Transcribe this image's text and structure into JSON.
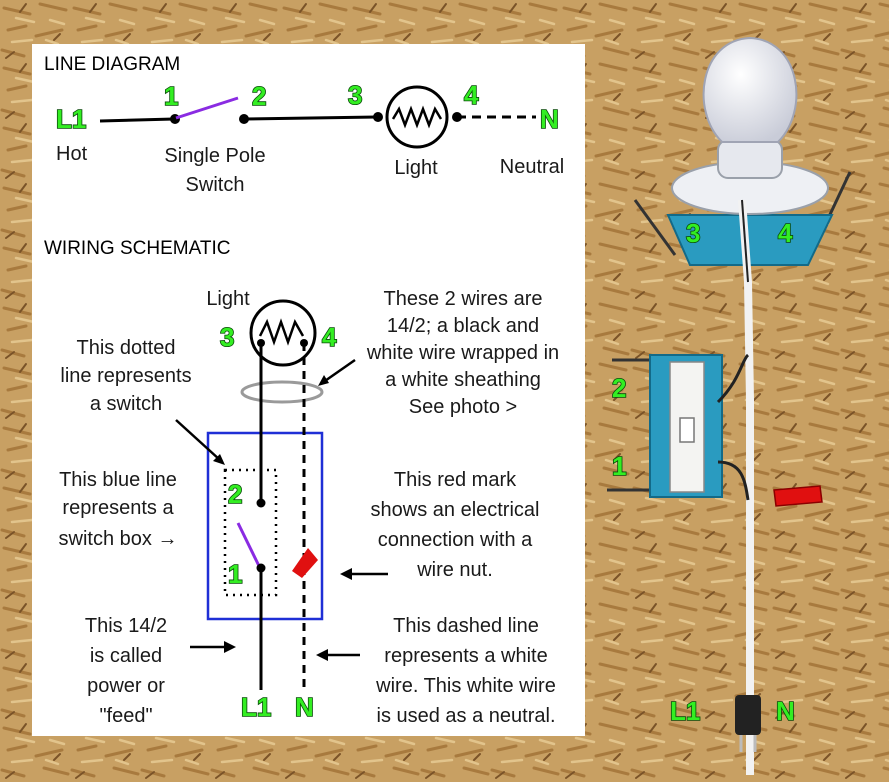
{
  "line_diagram": {
    "title": "LINE DIAGRAM",
    "L1": "L1",
    "n1": "1",
    "n2": "2",
    "n3": "3",
    "n4": "4",
    "N": "N",
    "hot": "Hot",
    "switch_l1": "Single Pole",
    "switch_l2": "Switch",
    "light": "Light",
    "neutral": "Neutral"
  },
  "wiring_schematic": {
    "title": "WIRING SCHEMATIC",
    "light": "Light",
    "n3": "3",
    "n4": "4",
    "n2": "2",
    "n1": "1",
    "L1": "L1",
    "N": "N",
    "note_wires": [
      "These 2 wires are",
      "14/2; a black and",
      "white wire wrapped in",
      "a white sheathing",
      "See photo >"
    ],
    "note_dotted": [
      "This dotted",
      "line represents",
      "a switch"
    ],
    "note_blue": [
      "This blue line",
      "represents a",
      "switch box →"
    ],
    "note_red": [
      "This red mark",
      "shows an electrical",
      "connection with a",
      "wire nut."
    ],
    "note_feed": [
      "This 14/2",
      "is called",
      "power or",
      "\"feed\""
    ],
    "note_dashed": [
      "This dashed line",
      "represents a white",
      "wire. This white wire",
      "is used as a neutral."
    ]
  },
  "photo": {
    "n3": "3",
    "n4": "4",
    "n2": "2",
    "n1": "1",
    "L1": "L1",
    "N": "N"
  },
  "colors": {
    "label_green": "#33ee22",
    "switch_purple": "#8a2be2",
    "box_blue": "#1f2fd6",
    "wirenut_red": "#e01010",
    "plywood": "#c49a5e"
  }
}
